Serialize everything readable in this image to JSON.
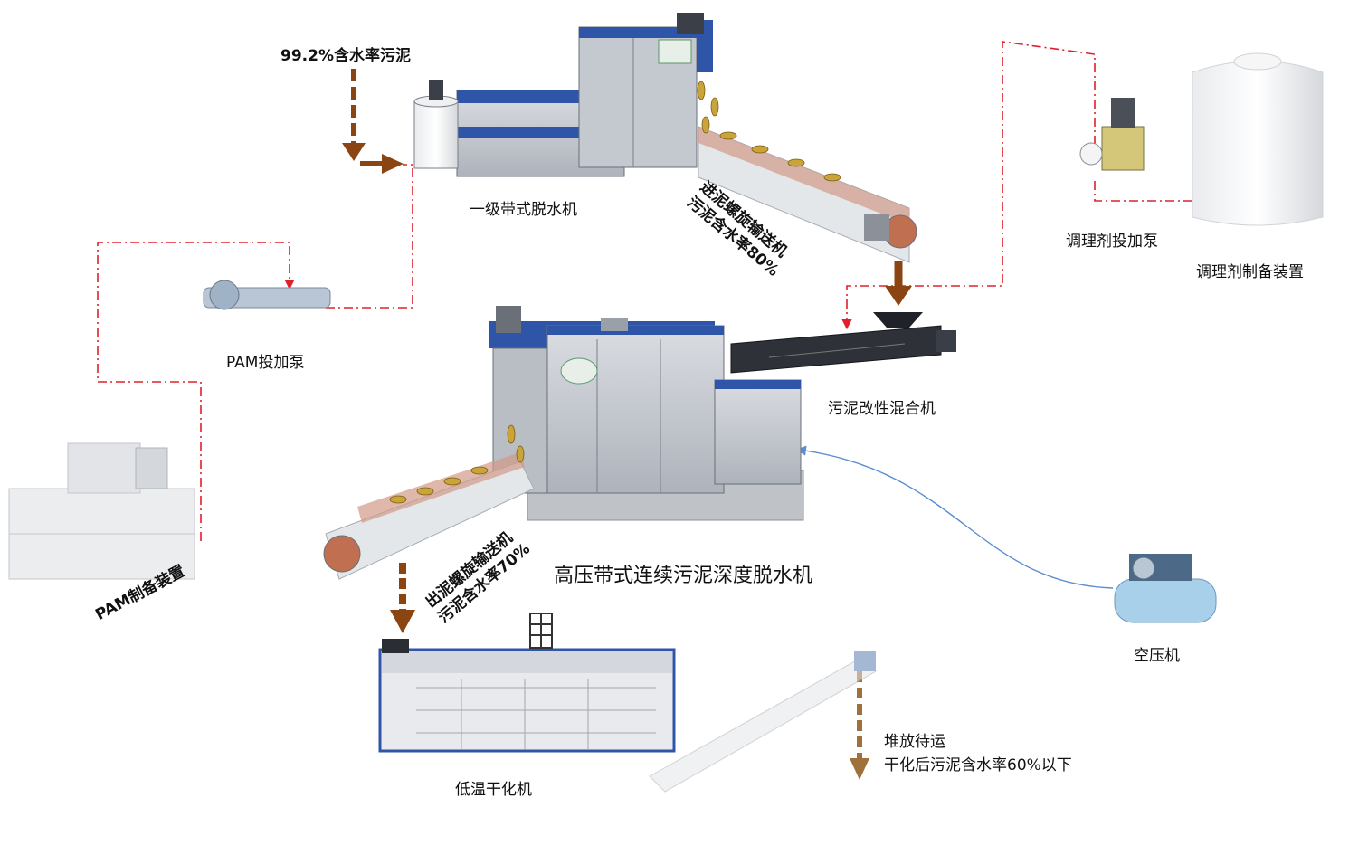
{
  "labels": {
    "feed_sludge": "99.2%含水率污泥",
    "primary_belt": "一级带式脱水机",
    "inlet_screw_line1": "进泥螺旋输送机",
    "inlet_screw_line2": "污泥含水率80%",
    "conditioner_pump": "调理剂投加泵",
    "conditioner_prep": "调理剂制备装置",
    "pam_pump": "PAM投加泵",
    "sludge_mixer": "污泥改性混合机",
    "pam_prep": "PAM制备装置",
    "outlet_screw_line1": "出泥螺旋输送机",
    "outlet_screw_line2": "污泥含水率70%",
    "main_machine": "高压带式连续污泥深度脱水机",
    "air_compressor": "空压机",
    "storage_line1": "堆放待运",
    "storage_line2": "干化后污泥含水率60%以下",
    "dryer": "低温干化机"
  },
  "colors": {
    "sludge_arrow": "#8B4513",
    "dosing_line": "#E0202A",
    "air_line": "#5B8FCF",
    "machine_grey": "#C9CCD2",
    "machine_blue": "#2E55A8"
  }
}
